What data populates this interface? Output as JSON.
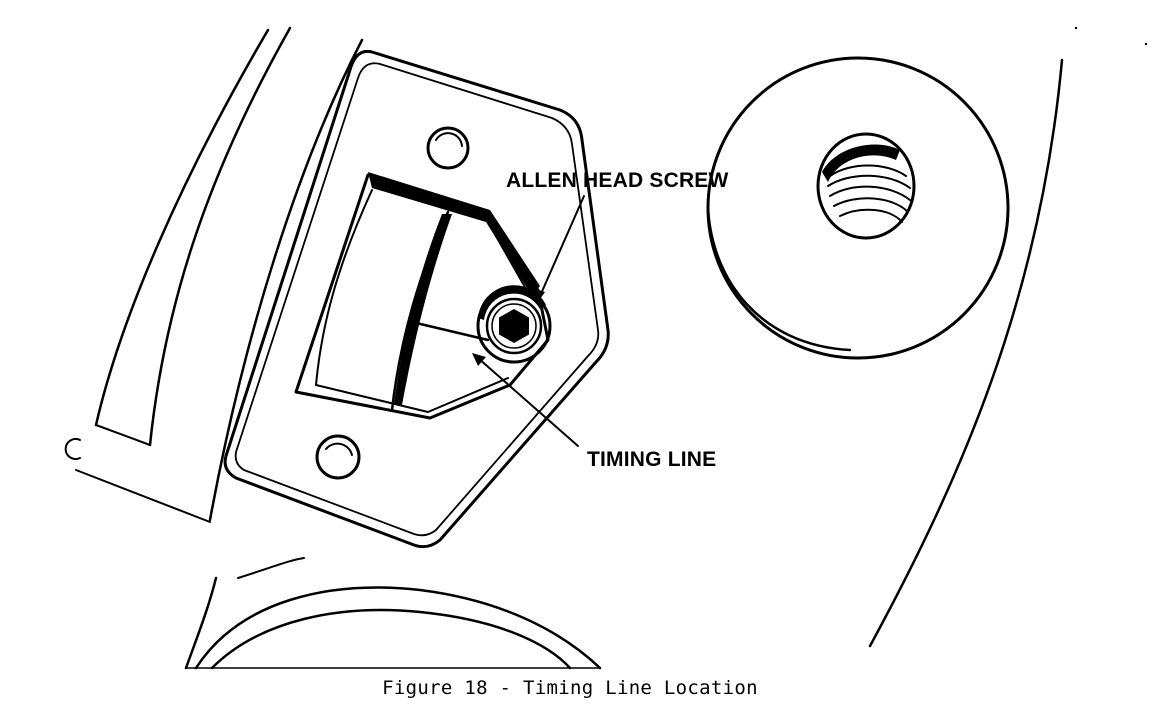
{
  "figure": {
    "caption": "Figure 18 - Timing Line Location",
    "labels": {
      "allen_head_screw": "ALLEN HEAD SCREW",
      "timing_line": "TIMING LINE"
    }
  }
}
